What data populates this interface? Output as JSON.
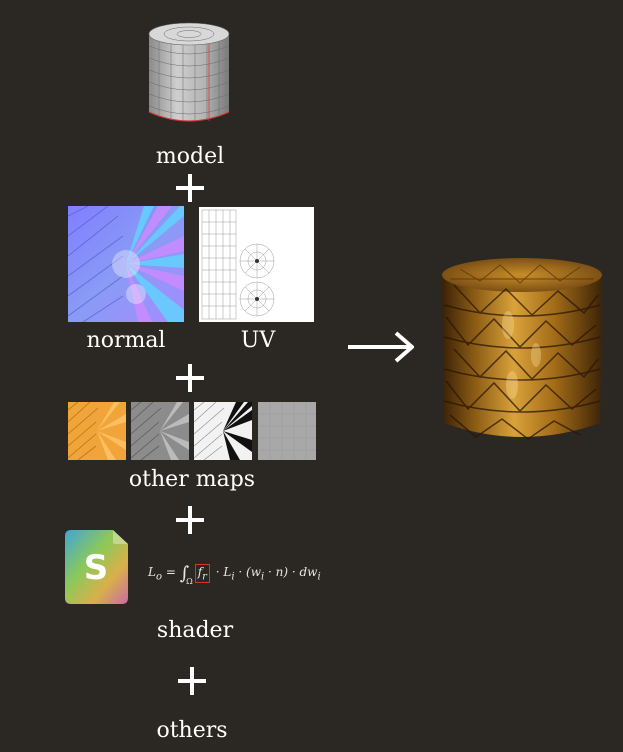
{
  "labels": {
    "model": "model",
    "normal": "normal",
    "uv": "UV",
    "other_maps": "other maps",
    "shader": "shader",
    "others": "others"
  },
  "formula": {
    "lhs": "L",
    "lhs_sub": "o",
    "equals": " = ",
    "integral": "∫",
    "domain": "Ω",
    "brdf": "f",
    "brdf_sub": "r",
    "rest": " · L",
    "rest_sub": "i",
    "tail": " · (w",
    "tail_sub": "i",
    "tail2": " · n) · dw",
    "tail2_sub": "i"
  },
  "shader_app_icon": {
    "letter": "S",
    "colors": [
      "#3fa6d6",
      "#8cc85a",
      "#d9b04a",
      "#c96aa3"
    ]
  },
  "icons": [
    "plus-icon",
    "right-arrow-icon",
    "shader-app-icon"
  ],
  "colors": {
    "background": "#2b2723",
    "text": "#ffffff",
    "highlight": "#c83a32",
    "gold": "#b07a1e"
  }
}
